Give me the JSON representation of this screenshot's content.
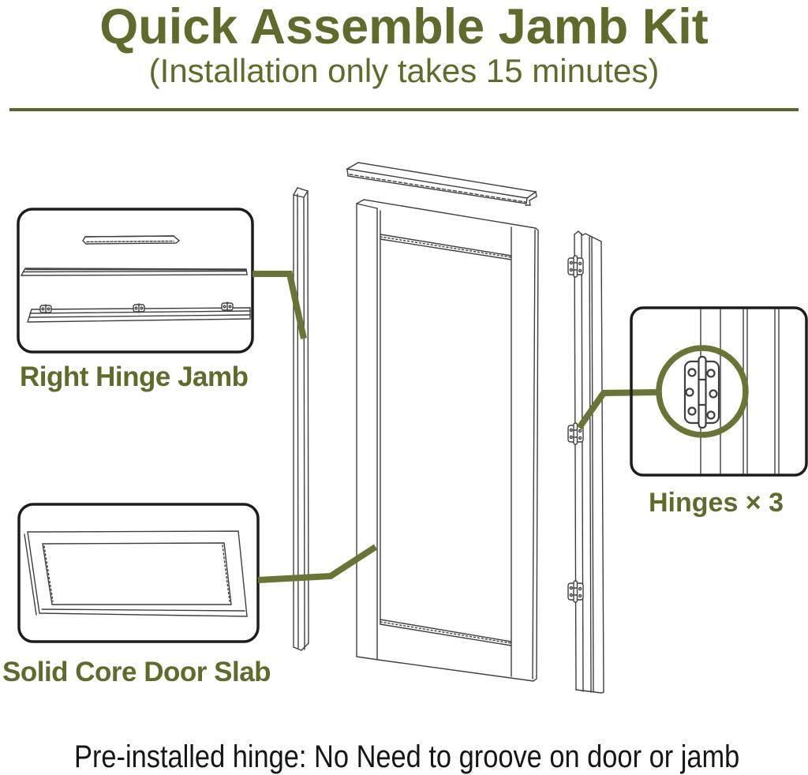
{
  "header": {
    "title": "Quick Assemble Jamb Kit",
    "subtitle": "(Installation only takes 15 minutes)"
  },
  "callouts": {
    "right_hinge_jamb": {
      "label": "Right Hinge Jamb"
    },
    "solid_core_door_slab": {
      "label": "Solid Core Door Slab"
    },
    "hinges": {
      "label": "Hinges × 3",
      "hinge_count": 3
    }
  },
  "footnote": "Pre-installed hinge: No Need to groove on door or jamb",
  "colors": {
    "accent_green_text": "#5e6b2b",
    "divider_green": "#5a6530",
    "callout_line_green": "#6b7434",
    "line_art": "#3f3f3f",
    "box_border": "#1c1c1c",
    "background": "#ffffff"
  }
}
